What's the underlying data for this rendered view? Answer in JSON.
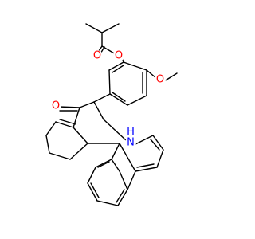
{
  "figure": {
    "background": "#ffffff",
    "bond_color": "#000000",
    "atom_labels": [
      {
        "id": "o-ester-ring",
        "text": "O",
        "color": "#ff0000"
      },
      {
        "id": "o-carbonyl-ester",
        "text": "O",
        "color": "#ff0000"
      },
      {
        "id": "o-methoxy",
        "text": "O",
        "color": "#ff0000"
      },
      {
        "id": "o-ketone",
        "text": "O",
        "color": "#ff0000"
      },
      {
        "id": "nh",
        "text": "H",
        "color": "#0000ff"
      },
      {
        "id": "n",
        "text": "N",
        "color": "#0000ff"
      }
    ]
  }
}
